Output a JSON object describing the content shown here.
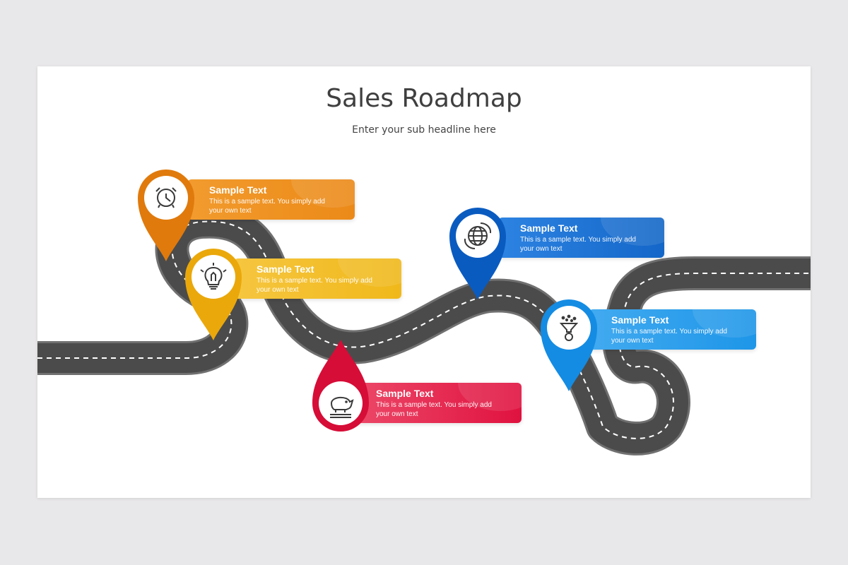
{
  "header": {
    "title": "Sales Roadmap",
    "subtitle": "Enter your sub headline here"
  },
  "steps": [
    {
      "title": "Sample Text",
      "text": "This is a sample text. You simply add your own text",
      "color": "#e8830f",
      "icon": "alarm-clock-icon"
    },
    {
      "title": "Sample Text",
      "text": "This is a sample text. You simply add your own text",
      "color": "#f0b81a",
      "icon": "lightbulb-icon"
    },
    {
      "title": "Sample Text",
      "text": "This is a sample text. You simply add your own text",
      "color": "#e0123f",
      "icon": "piggy-bank-icon"
    },
    {
      "title": "Sample Text",
      "text": "This is a sample text. You simply add your own text",
      "color": "#1467c8",
      "icon": "globe-icon"
    },
    {
      "title": "Sample Text",
      "text": "This is a sample text. You simply add your own text",
      "color": "#1e96e8",
      "icon": "funnel-icon"
    }
  ],
  "colors": {
    "road": "#4b4b4b",
    "road_edge": "#707070",
    "lane_marking": "#ffffff"
  }
}
